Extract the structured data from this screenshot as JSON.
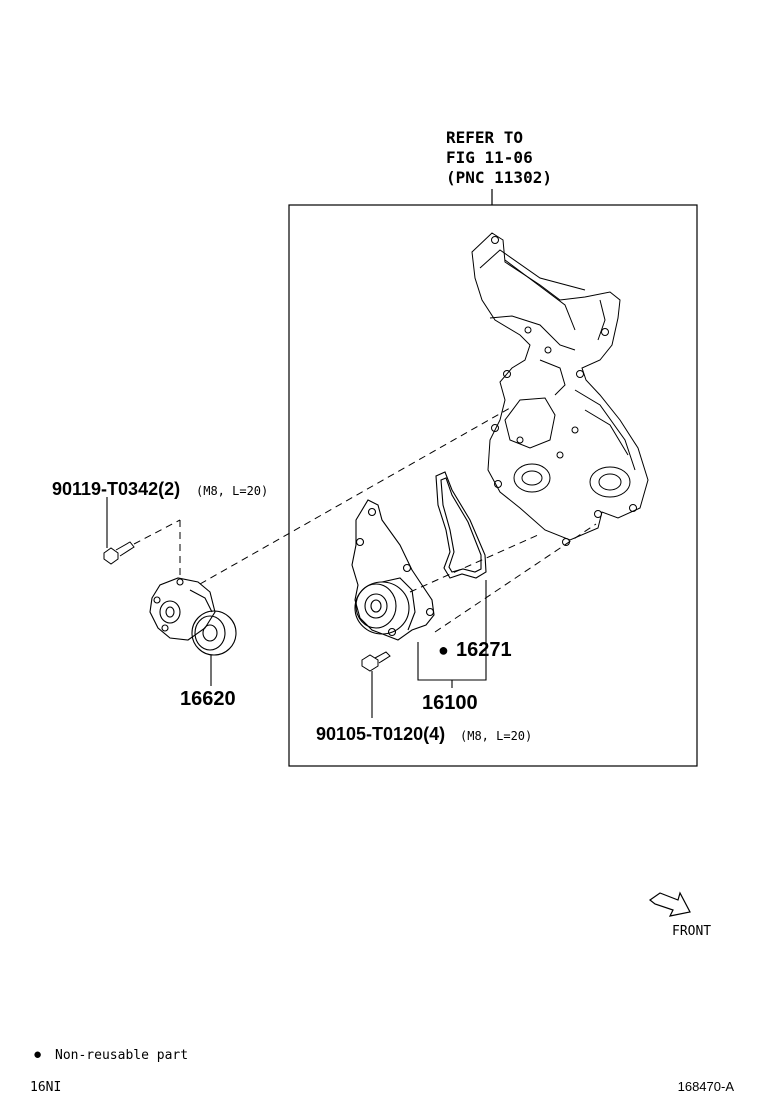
{
  "refer": {
    "line1": "REFER TO",
    "line2": "FIG 11-06",
    "line3": "(PNC 11302)"
  },
  "parts": {
    "bolt_tensioner": {
      "number": "90119-T0342(2)",
      "spec": "(M8, L=20)"
    },
    "tensioner": {
      "number": "16620"
    },
    "gasket": {
      "marker": "●",
      "number": "16271"
    },
    "water_pump": {
      "number": "16100"
    },
    "bolt_pump": {
      "number": "90105-T0120(4)",
      "spec": "(M8, L=20)"
    }
  },
  "direction": {
    "label": "FRONT"
  },
  "legend": {
    "marker": "●",
    "text": "Non-reusable part"
  },
  "footer": {
    "left_code": "16NI",
    "figure_id": "168470-A"
  },
  "colors": {
    "ink": "#000000",
    "background": "#ffffff"
  }
}
